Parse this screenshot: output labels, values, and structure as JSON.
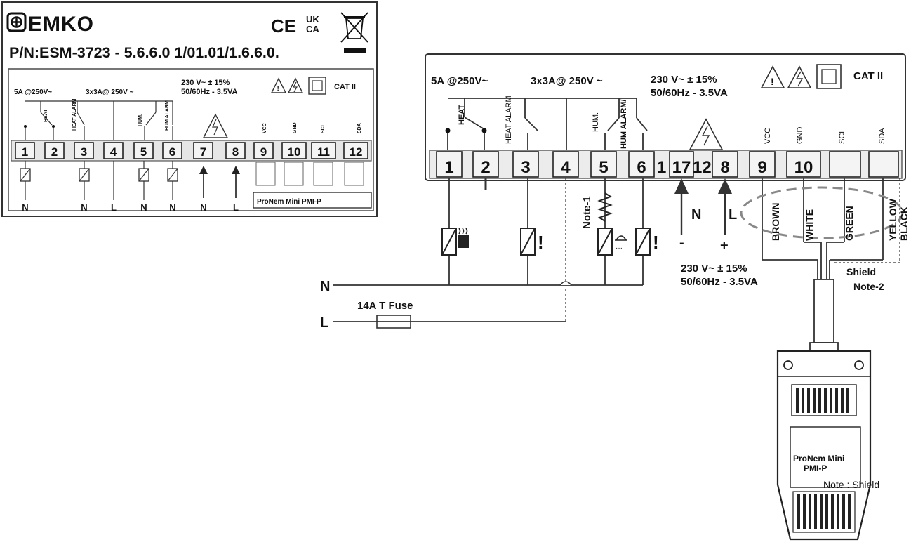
{
  "label": {
    "brand": "EMKO",
    "part_number": "P/N:ESM-3723 - 5.6.6.0 1/01.01/1.6.6.0.",
    "marks": {
      "ce": "CE",
      "ukca_top": "UK",
      "ukca_bottom": "CA"
    },
    "rating_relay": "5A @250V~",
    "rating_group": "3x3A@ 250V ~",
    "supply_line1": "230 V~  ± 15%",
    "supply_line2": "50/60Hz - 3.5VA",
    "cat": "CAT II",
    "relay_labels": {
      "heat": "HEAT",
      "heat_alarm": "HEAT ALARM",
      "hum": "HUM.",
      "hum_alarm": "HUM ALARM"
    },
    "terminals": [
      "1",
      "2",
      "3",
      "4",
      "5",
      "6",
      "7",
      "8",
      "9",
      "10",
      "11",
      "12"
    ],
    "bus_labels": [
      "VCC",
      "GND",
      "SCL",
      "SDA"
    ],
    "bottom_letters": [
      "N",
      "N",
      "L",
      "N",
      "N",
      "N",
      "L"
    ],
    "sensor_name": "ProNem Mini PMI-P"
  },
  "diagram": {
    "rating_relay": "5A @250V~",
    "rating_group": "3x3A@ 250V ~",
    "supply_line1": "230 V~  ± 15%",
    "supply_line2": "50/60Hz - 3.5VA",
    "cat": "CAT II",
    "relay_labels": {
      "heat": "HEAT",
      "heat_alarm": "HEAT ALARM",
      "hum": "HUM.",
      "hum_alarm": "HUM ALARM/"
    },
    "terminals": [
      "1",
      "2",
      "3",
      "4",
      "5",
      "6",
      "1",
      "17",
      "12",
      "8",
      "9",
      "10"
    ],
    "bus_labels": [
      "VCC",
      "GND",
      "SCL",
      "SDA"
    ],
    "note1": "Note-1",
    "supply_n": "N",
    "supply_l": "L",
    "supply_minus": "-",
    "supply_plus": "+",
    "supply_bottom_line1": "230 V~  ± 15%",
    "supply_bottom_line2": "50/60Hz - 3.5VA",
    "line_n": "N",
    "line_l": "L",
    "fuse": "14A T Fuse",
    "wire_colors": [
      "BROWN",
      "WHITE",
      "GREEN",
      "YELLOW",
      "BLACK"
    ],
    "shield": "Shield",
    "note2": "Note-2",
    "sensor_line1": "ProNem Mini",
    "sensor_line2": "PMI-P",
    "sensor_note": "Note : Shield"
  }
}
